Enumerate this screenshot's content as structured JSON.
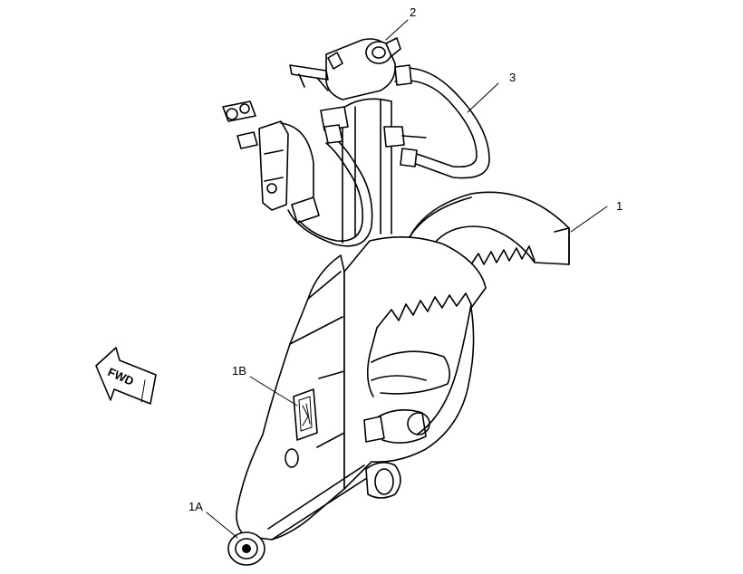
{
  "callouts": {
    "c1": "1",
    "c1a": "1A",
    "c1b": "1B",
    "c2": "2",
    "c3": "3"
  },
  "direction_arrow": {
    "label": "FWD"
  }
}
